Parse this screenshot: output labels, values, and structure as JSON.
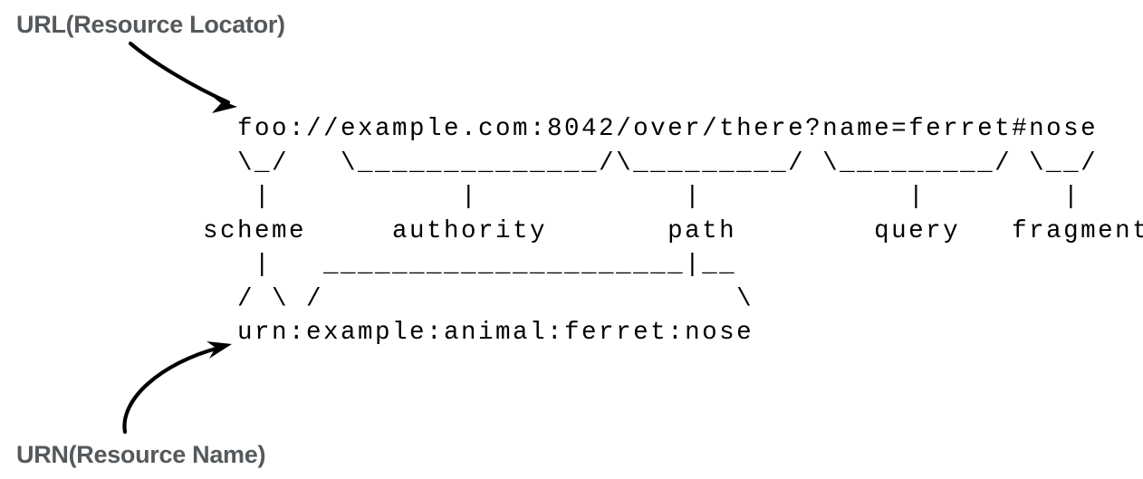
{
  "figure": {
    "title_alt": "URI syntax diagram (RFC 3986)",
    "background_color": "#ffffff",
    "ink_color": "#000000",
    "callout_color": "#55595c"
  },
  "callouts": {
    "url": {
      "label": "URL(Resource Locator)",
      "points_to": "foo://example.com:8042/over/there?name=ferret#nose"
    },
    "urn": {
      "label": "URN(Resource Name)",
      "points_to": "urn:example:animal:ferret:nose"
    }
  },
  "uri_example": {
    "url": "foo://example.com:8042/over/there?name=ferret#nose",
    "urn": "urn:example:animal:ferret:nose"
  },
  "components": [
    {
      "name": "scheme",
      "value": "foo"
    },
    {
      "name": "authority",
      "value": "example.com:8042"
    },
    {
      "name": "path",
      "value": "/over/there"
    },
    {
      "name": "query",
      "value": "name=ferret"
    },
    {
      "name": "fragment",
      "value": "nose"
    }
  ],
  "ascii_art": {
    "line1": "  foo://example.com:8042/over/there?name=ferret#nose",
    "line2": "  \\_/   \\______________/\\_________/ \\_________/ \\__/",
    "line3": "   |           |            |            |        |",
    "line4": "scheme     authority       path        query   fragment",
    "line5": "   |   _____________________|__",
    "line6": "  / \\ /                        \\",
    "line7": "  urn:example:animal:ferret:nose"
  }
}
